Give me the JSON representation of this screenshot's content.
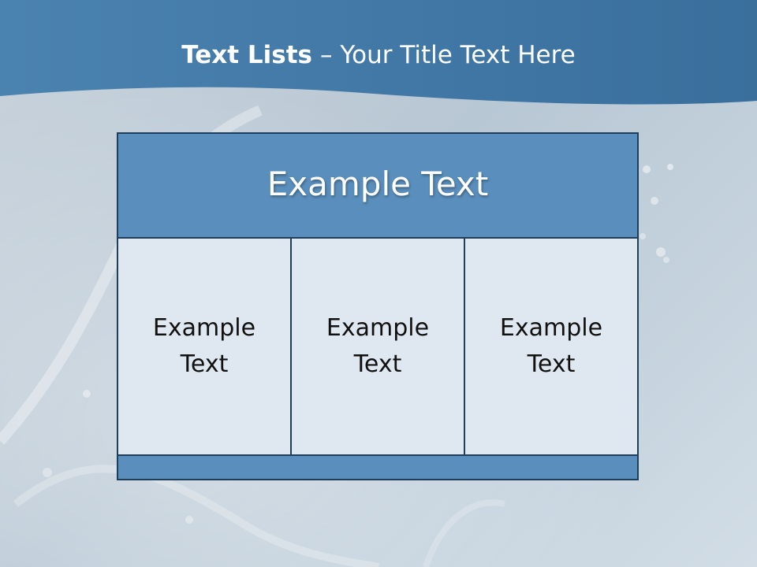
{
  "slide": {
    "title_bold": "Text Lists",
    "title_rest": "– Your Title Text Here"
  },
  "table": {
    "header": "Example Text",
    "columns": [
      {
        "line1": "Example",
        "line2": "Text"
      },
      {
        "line1": "Example",
        "line2": "Text"
      },
      {
        "line1": "Example",
        "line2": "Text"
      }
    ]
  },
  "colors": {
    "header_wave": "#3f77a6",
    "band": "#5a8fbd",
    "cell": "#dfe8f1",
    "border": "#1f3e5c"
  }
}
